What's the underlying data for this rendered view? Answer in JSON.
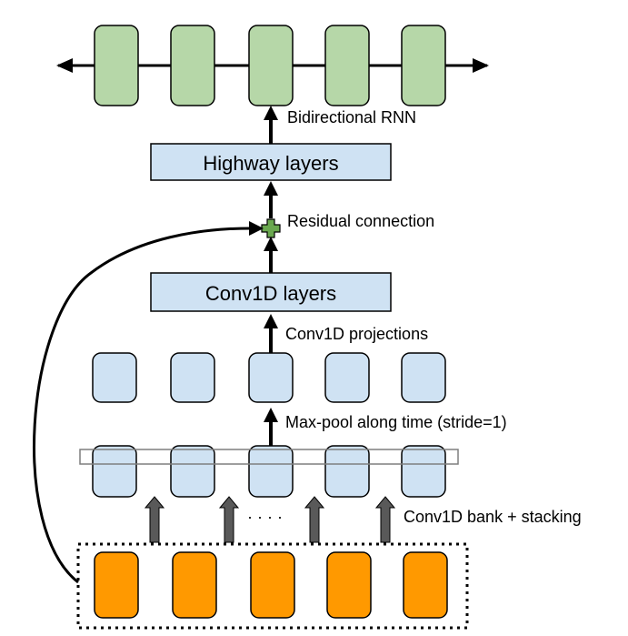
{
  "labels": {
    "bidirectional_rnn": "Bidirectional RNN",
    "highway_layers": "Highway layers",
    "residual_connection": "Residual connection",
    "conv1d_layers": "Conv1D layers",
    "conv1d_projections": "Conv1D projections",
    "maxpool": "Max-pool along time (stride=1)",
    "conv1d_bank": "Conv1D bank + stacking",
    "ellipsis": "· · · ·"
  },
  "colors": {
    "rnn_fill": "#b6d7a8",
    "layer_fill": "#cfe2f3",
    "input_fill": "#ff9900",
    "plus_fill": "#6aa84f",
    "stroke": "#000000",
    "up_arrow_fill": "#595959"
  }
}
